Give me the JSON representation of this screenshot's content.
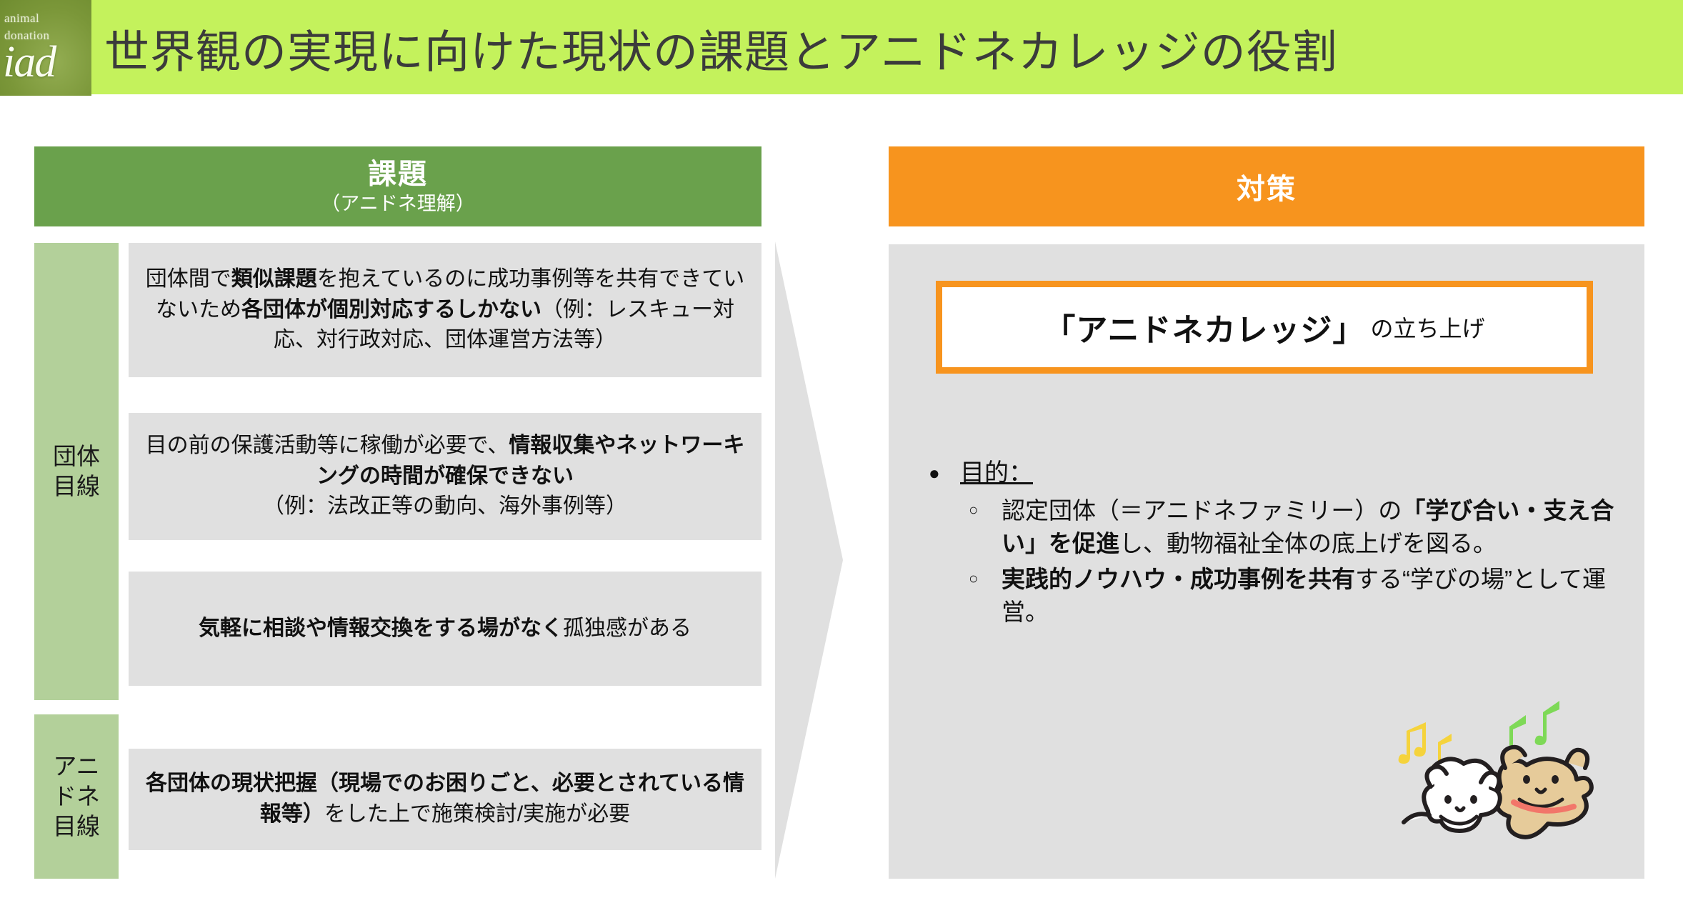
{
  "slide": {
    "title": "世界観の実現に向けた現状の課題とアニドネカレッジの役割",
    "logo": {
      "line1": "animal",
      "line2": "donation",
      "script": "iad"
    }
  },
  "left_panel": {
    "header": {
      "main": "課題",
      "sub": "（アニドネ理解）"
    },
    "side_labels": [
      {
        "id": "orgs",
        "line1": "団体",
        "line2": "目線"
      },
      {
        "id": "anidone",
        "line1": "アニ",
        "line2": "ドネ",
        "line3": "目線"
      }
    ],
    "challenges": [
      {
        "id": "similar-issues",
        "parts": [
          {
            "text": "団体間で",
            "bold": false
          },
          {
            "text": "類似課題",
            "bold": true
          },
          {
            "text": "を抱えているのに成功事例等を共有できていないため",
            "bold": false
          },
          {
            "text": "各団体が個別対応するしかない",
            "bold": true
          },
          {
            "text": "（例：レスキュー対応、対行政対応、団体運営方法等）",
            "bold": false
          }
        ]
      },
      {
        "id": "no-time-for-networking",
        "parts": [
          {
            "text": "目の前の保護活動等に稼働が必要で、",
            "bold": false
          },
          {
            "text": "情報収集やネットワーキングの時間が確保できない",
            "bold": true
          },
          {
            "text": "（例：法改正等の動向、海外事例等）",
            "bold": false
          }
        ]
      },
      {
        "id": "isolation",
        "parts": [
          {
            "text": "気軽に相談や情報交換をする場がなく",
            "bold": true
          },
          {
            "text": "孤独感がある",
            "bold": false
          }
        ]
      },
      {
        "id": "need-situation-grasp",
        "parts": [
          {
            "text": "各団体の現状把握（現場でのお困りごと、必要とされている情報等）",
            "bold": true
          },
          {
            "text": "をした上で施策検討/実施が必要",
            "bold": false
          }
        ]
      }
    ]
  },
  "right_panel": {
    "header": "対策",
    "launch_box": {
      "strong": "「アニドネカレッジ」",
      "rest": "の立ち上げ"
    },
    "purpose": {
      "label": "目的：",
      "bullet_marker_l1": "●",
      "bullet_marker_l2": "○",
      "items": [
        {
          "id": "promote-mutual-learning",
          "parts": [
            {
              "text": "認定団体（＝アニドネファミリー）の",
              "bold": false
            },
            {
              "text": "「学び合い・支え合い」を促進",
              "bold": true
            },
            {
              "text": "し、動物福祉全体の底上げを図る。",
              "bold": false
            }
          ]
        },
        {
          "id": "share-practical-knowhow",
          "parts": [
            {
              "text": "実践的ノウハウ・成功事例を共有",
              "bold": true
            },
            {
              "text": "する“学びの場”として運営。",
              "bold": false
            }
          ]
        }
      ]
    },
    "illustration": {
      "name": "two-dogs-with-music-notes",
      "dog_left_color": "#ffffff",
      "dog_right_color": "#e6cb9a",
      "collar_color": "#f2766a",
      "note_colors": [
        "#f5d33c",
        "#7ed957"
      ]
    }
  },
  "colors": {
    "title_band": "#c4f25c",
    "logo_tile": "#7d9a3c",
    "challenge_header": "#6aa14c",
    "side_label": "#b3d09a",
    "box_grey": "#e0e0e0",
    "measure_header": "#f7941e",
    "accent_orange": "#f7941e",
    "arrow_grey": "#e0e0e0",
    "text_dark": "#3b3b3b"
  }
}
